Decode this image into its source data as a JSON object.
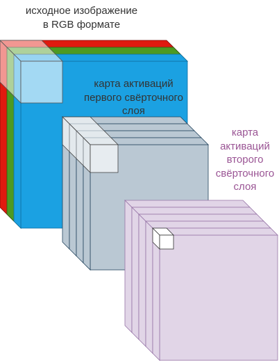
{
  "labels": {
    "input": [
      "исходное изображение",
      "в RGB формате"
    ],
    "conv1": [
      "карта активаций",
      "первого свёрточного",
      "слоя"
    ],
    "conv2": [
      "карта",
      "активаций",
      "второго",
      "свёрточного",
      "слоя"
    ]
  },
  "colors": {
    "red": "#e01a0f",
    "green": "#4d9a22",
    "blue": "#1ba1e2",
    "gray": "#bac8d3",
    "purple": "#e1d5e7",
    "gray_stroke": "#23445d",
    "purple_stroke": "#9673a6",
    "label_dark": "#333333",
    "label_purple": "#9a5494"
  }
}
